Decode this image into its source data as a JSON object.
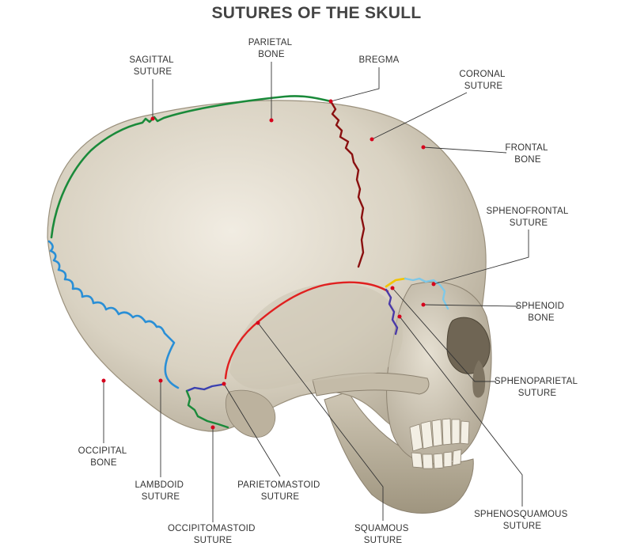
{
  "title": "SUTURES OF THE SKULL",
  "colors": {
    "bone": "#d9d2c2",
    "bone_shadow": "#b8ae9a",
    "sagittal": "#1a8a3a",
    "lambdoid": "#2a8fd6",
    "coronal": "#8a1010",
    "squamous": "#e02020",
    "sphenofrontal": "#7ec8e8",
    "sphenoparietal": "#f2c400",
    "sphenosquamous": "#4a3aa8",
    "occipitomastoid": "#1a8a3a",
    "parietomastoid": "#3a40b0",
    "marker": "#d6001c"
  },
  "labels": {
    "sagittal": [
      "SAGITTAL",
      "SUTURE"
    ],
    "parietal": [
      "PARIETAL",
      "BONE"
    ],
    "bregma": [
      "BREGMA"
    ],
    "coronal": [
      "CORONAL",
      "SUTURE"
    ],
    "frontal": [
      "FRONTAL",
      "BONE"
    ],
    "sphenofrontal": [
      "SPHENOFRONTAL",
      "SUTURE"
    ],
    "sphenoid": [
      "SPHENOID",
      "BONE"
    ],
    "sphenoparietal": [
      "SPHENOPARIETAL",
      "SUTURE"
    ],
    "sphenosquamous": [
      "SPHENOSQUAMOUS",
      "SUTURE"
    ],
    "squamous": [
      "SQUAMOUS",
      "SUTURE"
    ],
    "parietomastoid": [
      "PARIETOMASTOID",
      "SUTURE"
    ],
    "occipitomastoid": [
      "OCCIPITOMASTOID",
      "SUTURE"
    ],
    "lambdoid": [
      "LAMBDOID",
      "SUTURE"
    ],
    "occipital": [
      "OCCIPITAL",
      "BONE"
    ]
  }
}
